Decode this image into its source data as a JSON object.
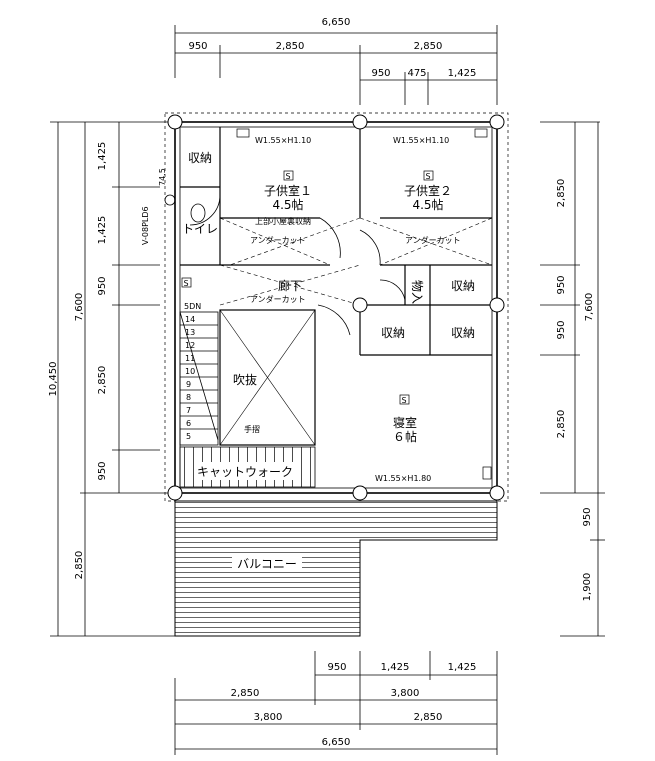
{
  "rooms": {
    "child1": {
      "name": "子供室１",
      "area": "4.5帖"
    },
    "child2": {
      "name": "子供室２",
      "area": "4.5帖"
    },
    "bedroom": {
      "name": "寝室",
      "area": "６帖"
    },
    "storage1": "収納",
    "storage2": "収納",
    "storage3": "収納",
    "storage4": "収納",
    "storage5": "物入",
    "toilet": "トイレ",
    "hall": "廊下",
    "atrium": "吹抜",
    "catwalk": "キャットウォーク",
    "balcony": "バルコニー",
    "stairs_dn": "5DN",
    "handrail": "手摺"
  },
  "notes": {
    "attic": "上部小屋裏収納",
    "undercut1": "アンダーカット",
    "undercut2": "アンダーカット",
    "undercut3": "アンダーカット",
    "vent": "V-08PLD6",
    "vent_dim": "74.5",
    "window1": "W1.55×H1.10",
    "window2": "W1.55×H1.10",
    "window3": "W1.55×H1.80",
    "s_mark": "S"
  },
  "stair_steps": [
    "14",
    "13",
    "12",
    "11",
    "10",
    "9",
    "8",
    "7",
    "6",
    "5"
  ],
  "dims": {
    "top_total": "6,650",
    "top_row": [
      "950",
      "2,850",
      "2,850"
    ],
    "top_sub": [
      "950",
      "475",
      "1,425"
    ],
    "left_total": "10,450",
    "left_mid": "7,600",
    "left_bottom": "2,850",
    "left_row": [
      "1,425",
      "1,425",
      "950",
      "2,850",
      "950"
    ],
    "right_row": [
      "2,850",
      "950",
      "950",
      "2,850"
    ],
    "right_mid": "7,600",
    "right_bottom": [
      "950",
      "1,900"
    ],
    "bottom_row1": [
      "950",
      "1,425",
      "1,425"
    ],
    "bottom_row2": [
      "2,850",
      "3,800"
    ],
    "bottom_row3": [
      "3,800",
      "2,850"
    ],
    "bottom_total": "6,650"
  }
}
